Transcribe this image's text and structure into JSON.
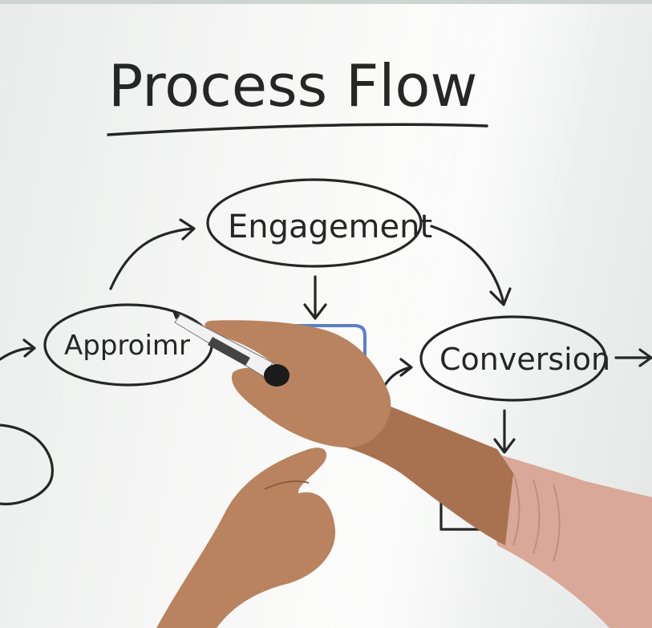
{
  "whiteboard": {
    "title": "Process Flow",
    "nodes": {
      "engagement": "Engagement",
      "approimr": "Approimr",
      "conversion": "Conversion"
    }
  },
  "colors": {
    "ink": "#262626",
    "highlight_box": "#5a7fc7",
    "skin": "#b9835f",
    "sweater": "#d9a898",
    "board": "#f3f4f3"
  }
}
